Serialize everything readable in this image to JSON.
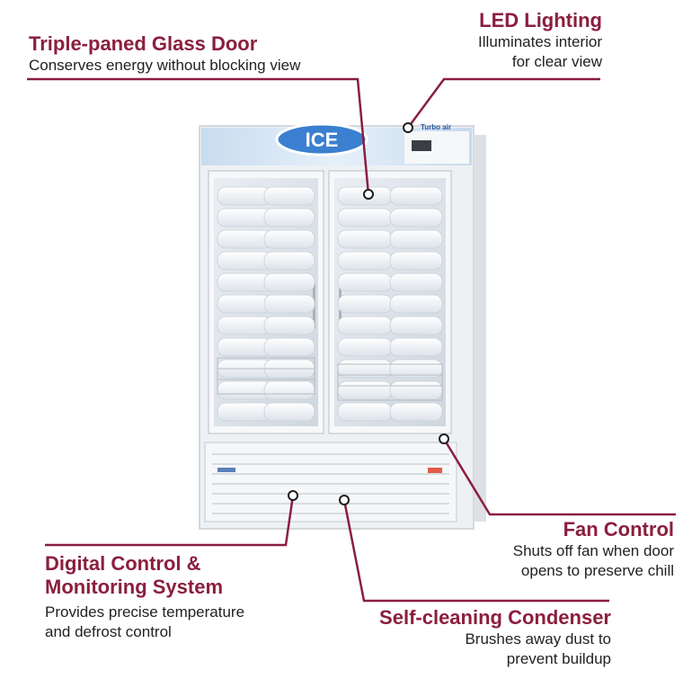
{
  "callouts": {
    "glass_door": {
      "title": "Triple-paned Glass Door",
      "desc": [
        "Conserves energy without blocking view"
      ]
    },
    "led": {
      "title": "LED Lighting",
      "desc": [
        "Illuminates interior",
        "for clear view"
      ]
    },
    "fan": {
      "title": "Fan Control",
      "desc": [
        "Shuts off fan when door",
        "opens to preserve chill"
      ]
    },
    "digital": {
      "title": [
        "Digital Control &",
        "Monitoring System"
      ],
      "desc": [
        "Provides precise temperature",
        "and defrost control"
      ]
    },
    "condenser": {
      "title": "Self-cleaning Condenser",
      "desc": [
        "Brushes away dust to",
        "prevent buildup"
      ]
    }
  },
  "product": {
    "sign_text": "ICE",
    "brand": "Turbo air"
  },
  "colors": {
    "accent": "#8b1e3f",
    "line": "#8b1e3f",
    "cabinet": "#f2f4f6"
  }
}
